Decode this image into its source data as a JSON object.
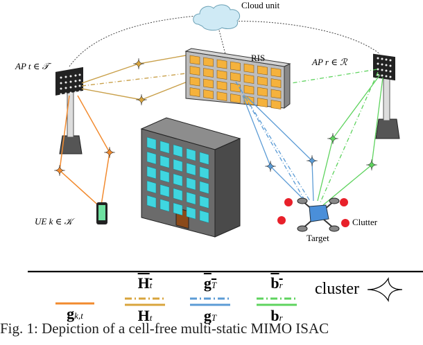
{
  "labels": {
    "cloud": "Cloud unit",
    "ris": "RIS",
    "ap_t": "AP t ∈ 𝒯",
    "ap_r": "AP r ∈ ℛ",
    "ue": "UE k ∈ 𝒦",
    "target": "Target",
    "clutter": "Clutter"
  },
  "legend": [
    {
      "top": "",
      "bottom": "g",
      "bottom_sub": "k,t",
      "color": "#f28a2e",
      "style": "solid"
    },
    {
      "top": "H",
      "top_sub": "t",
      "bottom": "H",
      "bottom_sub": "t",
      "color": "#d8a43c",
      "style": "dashdot"
    },
    {
      "top": "g",
      "top_sub": "T",
      "bottom": "g",
      "bottom_sub": "T",
      "color": "#5b9bd5",
      "style": "dashdot"
    },
    {
      "top": "b",
      "top_sub": "r",
      "bottom": "b",
      "bottom_sub": "r",
      "color": "#5ed35e",
      "style": "dashdot"
    }
  ],
  "cluster_label": "cluster",
  "caption": "Fig. 1: Depiction of a cell-free multi-static MIMO ISAC",
  "colors": {
    "ue_link": "#f28a2e",
    "ap_ris_link": "#c9a04a",
    "ris_target_link": "#5b9bd5",
    "ap_r_link": "#5ed35e",
    "clutter": "#e8202a",
    "ris_element": "#f5b23c",
    "window": "#3fd6e0",
    "drone": "#4a8fd9",
    "cloud": "#cfeaf5"
  }
}
